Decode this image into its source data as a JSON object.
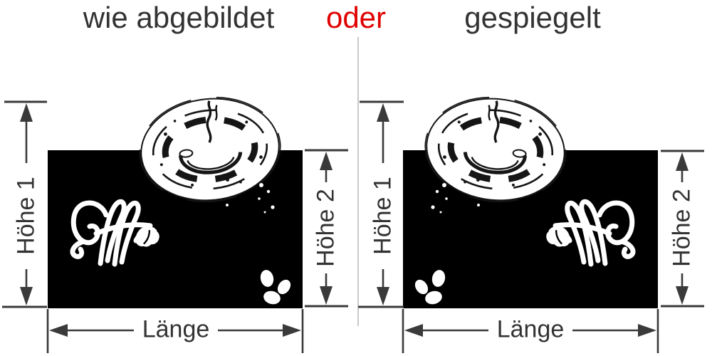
{
  "header": {
    "as_shown": "wie abgebildet",
    "or_word": "oder",
    "mirrored": "gespiegelt"
  },
  "dimensions": {
    "height1": "Höhe 1",
    "height2": "Höhe 2",
    "length": "Länge"
  },
  "artwork": {
    "motif": "coffee-cup-top-view-with-coffee-script-and-beans",
    "panel_color": "#000000",
    "motif_color": "#ffffff"
  },
  "colors": {
    "background": "#ffffff",
    "text": "#333333",
    "accent_red": "#e00000",
    "dimension_line": "#3a3a3a",
    "divider": "#c9c9c9"
  }
}
